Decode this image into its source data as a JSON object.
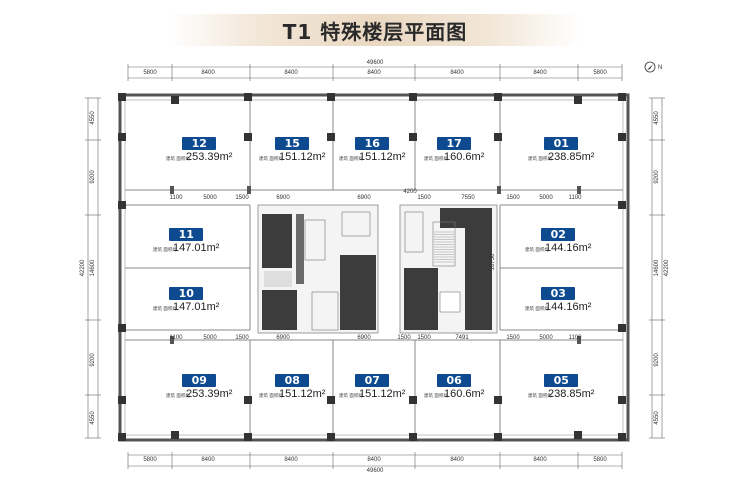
{
  "title": "T1 特殊楼层平面图",
  "unit_caption": "建筑 面积约",
  "units": [
    {
      "no": "12",
      "area": "253.39m²"
    },
    {
      "no": "15",
      "area": "151.12m²"
    },
    {
      "no": "16",
      "area": "151.12m²"
    },
    {
      "no": "17",
      "area": "160.6m²"
    },
    {
      "no": "01",
      "area": "238.85m²"
    },
    {
      "no": "11",
      "area": "147.01m²"
    },
    {
      "no": "02",
      "area": "144.16m²"
    },
    {
      "no": "10",
      "area": "147.01m²"
    },
    {
      "no": "03",
      "area": "144.16m²"
    },
    {
      "no": "09",
      "area": "253.39m²"
    },
    {
      "no": "08",
      "area": "151.12m²"
    },
    {
      "no": "07",
      "area": "151.12m²"
    },
    {
      "no": "06",
      "area": "160.6m²"
    },
    {
      "no": "05",
      "area": "238.85m²"
    }
  ],
  "dimensions": {
    "top_segments": [
      "5800",
      "8400",
      "8400",
      "8400",
      "8400",
      "8400",
      "5800"
    ],
    "top_total": "49600",
    "bottom_segments": [
      "5800",
      "8400",
      "8400",
      "8400",
      "8400",
      "8400",
      "5800"
    ],
    "bottom_total": "49600",
    "left_segments": [
      "4550",
      "9200",
      "14600",
      "9200",
      "4550"
    ],
    "left_total": "42200",
    "right_segments": [
      "4550",
      "9200",
      "14600",
      "9200",
      "4550"
    ],
    "right_total": "42200",
    "upper_inner": [
      "1100",
      "5000",
      "1500",
      "6900",
      "6900",
      "4200",
      "1500",
      "7550",
      "1500",
      "5000",
      "1100"
    ],
    "lower_inner": [
      "1100",
      "5000",
      "1500",
      "6900",
      "6900",
      "1500",
      "1500",
      "7491",
      "1500",
      "5000",
      "1100"
    ],
    "core_vertical": "10750"
  },
  "compass_label": "N",
  "colors": {
    "accent": "#0d4a8f",
    "wall": "#3a3a3a",
    "core_dark": "#3c3c3c"
  }
}
